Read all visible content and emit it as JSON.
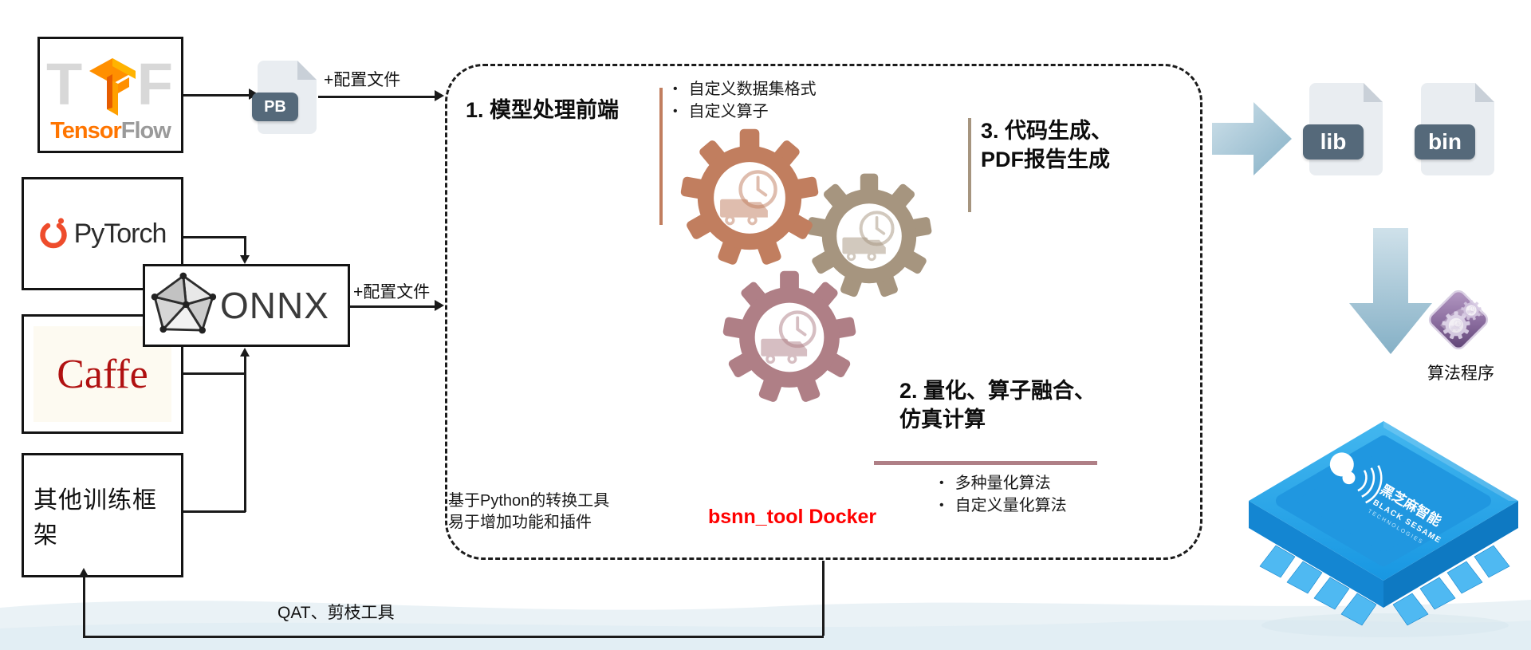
{
  "frameworks": {
    "tensorflow_tensor": "Tensor",
    "tensorflow_flow": "Flow",
    "tensorflow_ghost_t": "T",
    "tensorflow_ghost_f": "F",
    "pytorch": "PyTorch",
    "onnx": "ONNX",
    "caffe": "Caffe",
    "other": "其他训练框架"
  },
  "labels": {
    "pb": "PB",
    "config_file_top": "+配置文件",
    "config_file_mid": "+配置文件",
    "qat": "QAT、剪枝工具"
  },
  "toolbox": {
    "step1_title": "1. 模型处理前端",
    "step1_bullet1": "自定义数据集格式",
    "step1_bullet2": "自定义算子",
    "step2_title_line1": "2. 量化、算子融合、",
    "step2_title_line2": "仿真计算",
    "step2_bullet1": "多种量化算法",
    "step2_bullet2": "自定义量化算法",
    "step3_title_line1": "3. 代码生成、",
    "step3_title_line2": "PDF报告生成",
    "note_line1": "基于Python的转换工具",
    "note_line2": "易于增加功能和插件",
    "docker": "bsnn_tool Docker"
  },
  "outputs": {
    "lib": "lib",
    "bin": "bin",
    "algorithm": "算法程序"
  },
  "chip": {
    "brand_cn": "黑芝麻智能",
    "brand_en1": "BLACK SESAME",
    "brand_en2": "TECHNOLOGIES"
  },
  "colors": {
    "gear1_terracotta": "#C17E5F",
    "gear2_taupe": "#A6957F",
    "gear3_mauve": "#AF7F86",
    "docker_red": "#FF0000",
    "arrow_blue": "#9FC3D6",
    "chip_blue": "#2BA7EA",
    "badge_slate": "#55697A",
    "tensorflow_orange": "#FF7500",
    "pytorch_red": "#EE4C2C",
    "caffe_red": "#B01111"
  }
}
